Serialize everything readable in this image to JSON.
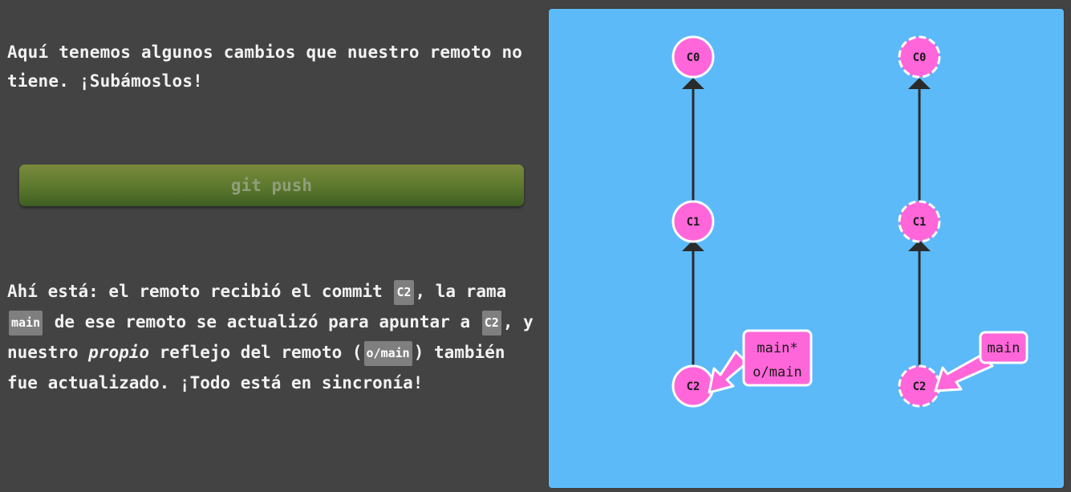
{
  "dialog": {
    "intro": "Aquí tenemos algunos cambios que nuestro remoto no tiene. ¡Subámoslos!",
    "command": "git push",
    "result": {
      "part1": "Ahí está: el remoto recibió el commit ",
      "chip_c2_a": "C2",
      "part2": ", la rama ",
      "chip_main": "main",
      "part3": " de ese remoto se actualizó para apuntar a ",
      "chip_c2_b": "C2",
      "part4": ", y nuestro ",
      "emphasis": "propio",
      "part5": " reflejo del remoto (",
      "chip_origin_main": "o/main",
      "part6": ") también fue actualizado. ¡Todo está en sincronía!"
    }
  },
  "visualization": {
    "background_color": "#5cbaf9",
    "commit_color": "#ff66d9",
    "local_repo": {
      "commits": [
        "C0",
        "C1",
        "C2"
      ],
      "branch_labels": [
        "main*",
        "o/main"
      ]
    },
    "remote_repo": {
      "commits": [
        "C0",
        "C1",
        "C2"
      ],
      "branch_labels": [
        "main"
      ]
    }
  }
}
